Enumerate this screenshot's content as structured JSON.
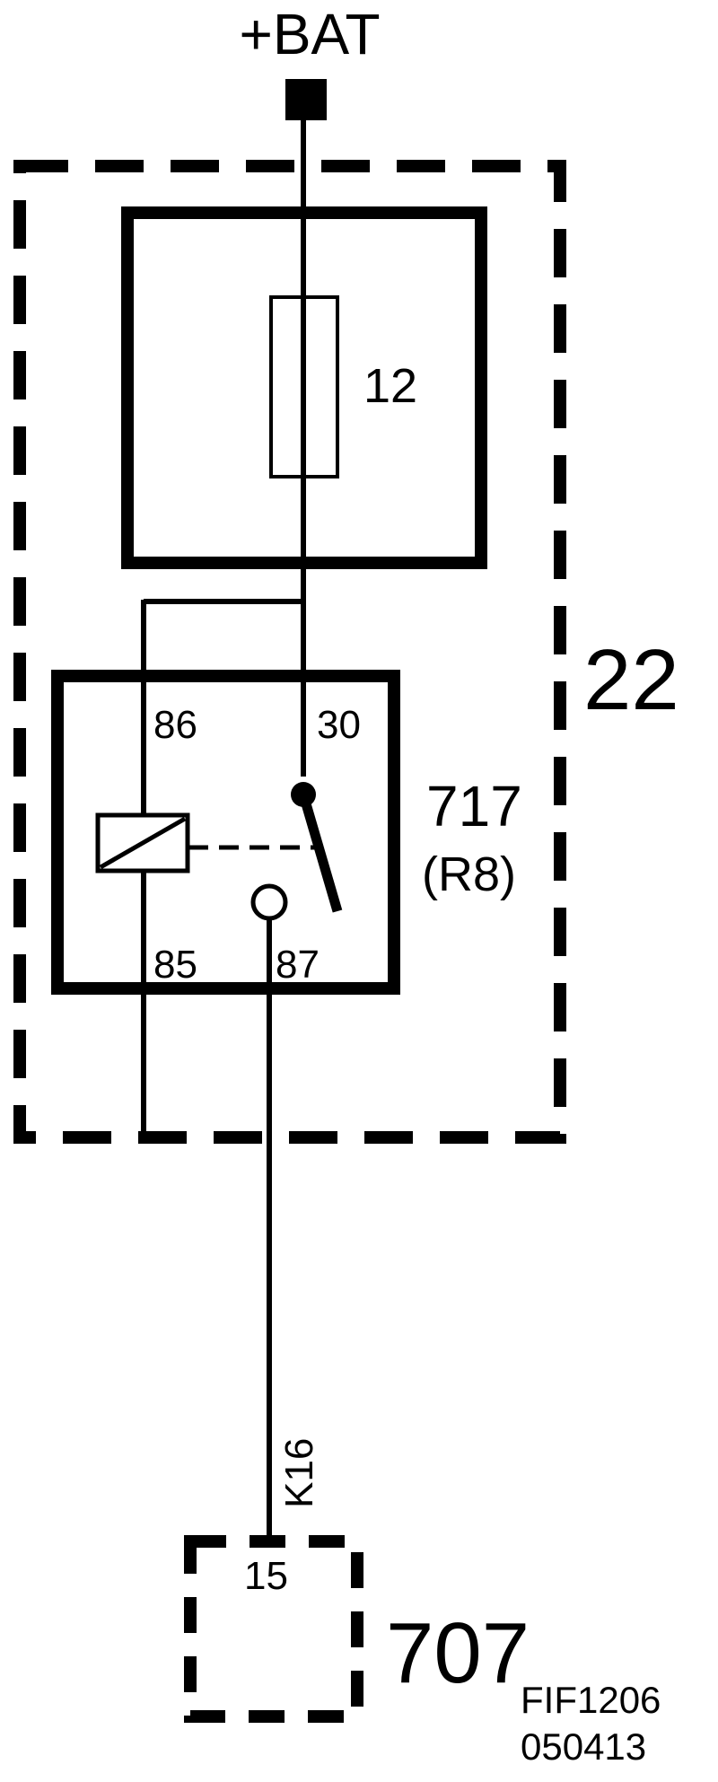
{
  "supply_label": "+BAT",
  "fuse": {
    "label": "12"
  },
  "control_unit": {
    "label": "22"
  },
  "relay": {
    "id_label": "717",
    "sub_label": "(R8)",
    "pins": {
      "p86": "86",
      "p30": "30",
      "p85": "85",
      "p87": "87"
    }
  },
  "wire": {
    "label": "K16"
  },
  "connector": {
    "label": "707",
    "pin": "15"
  },
  "figure_ref": {
    "line1": "FIF1206",
    "line2": "050413"
  }
}
